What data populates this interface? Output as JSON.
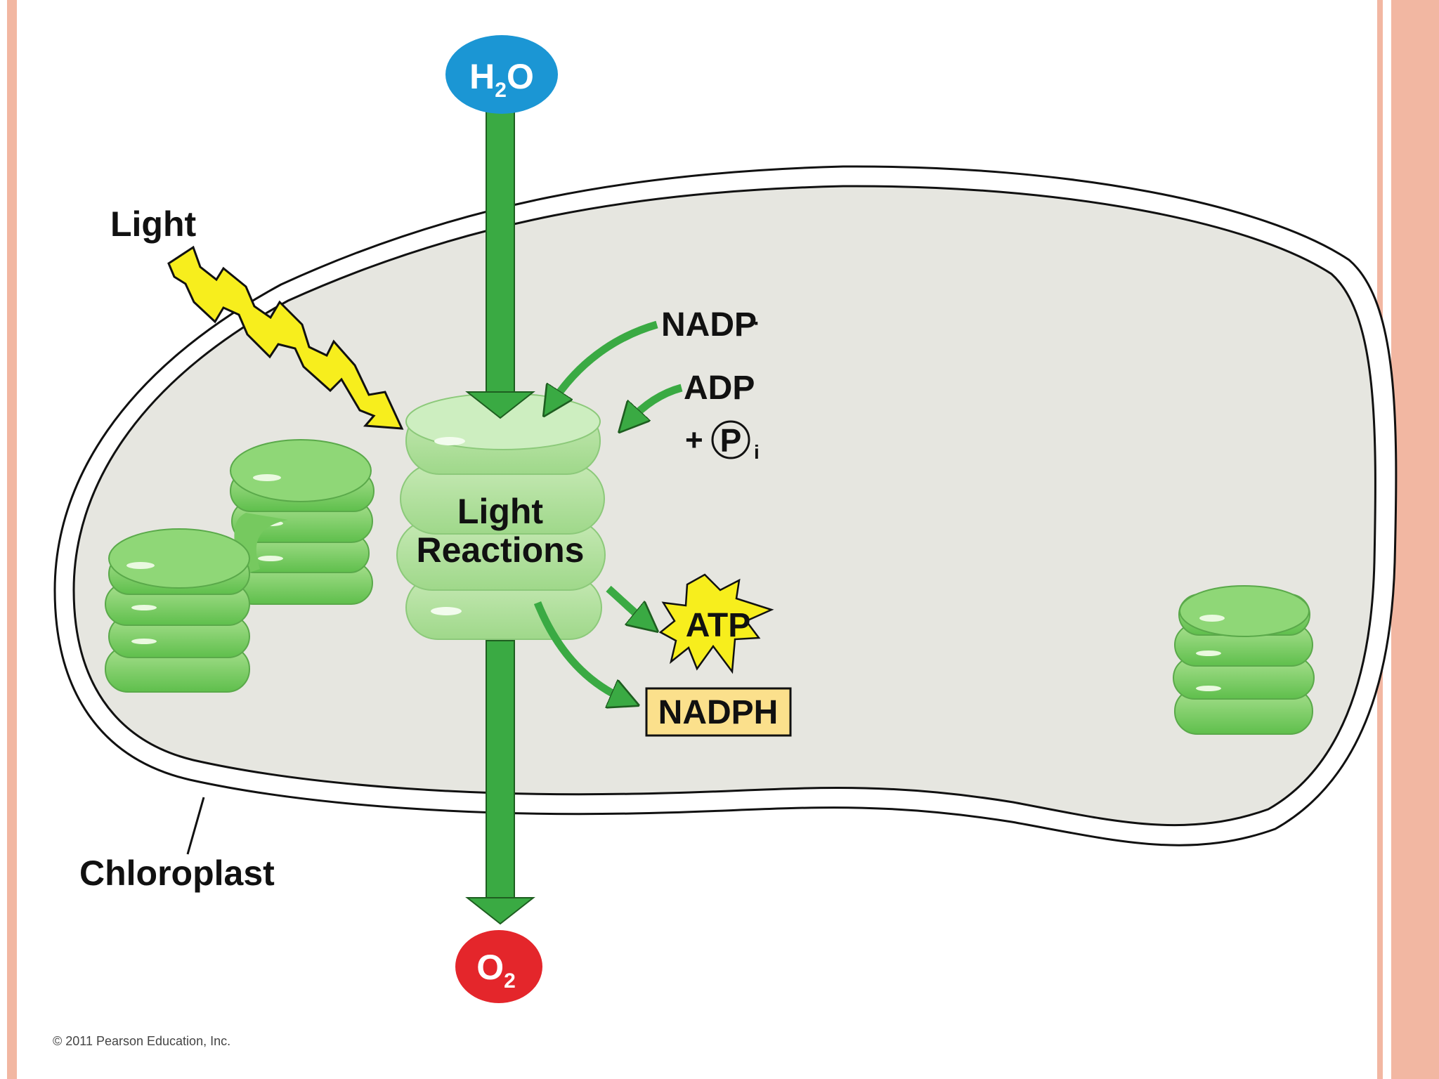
{
  "molecules": {
    "water": {
      "main": "H",
      "sub": "2",
      "tail": "O"
    },
    "oxygen": {
      "main": "O",
      "sub": "2"
    }
  },
  "labels": {
    "light": "Light",
    "nadp": "NADP",
    "adp": "ADP",
    "plus": "+",
    "phosphate_symbol": "P",
    "phosphate_sub": "i",
    "reaction_line1": "Light",
    "reaction_line2": "Reactions",
    "atp": "ATP",
    "nadph": "NADPH",
    "chloroplast": "Chloroplast"
  },
  "footer": {
    "copyright": "© 2011 Pearson Education, Inc."
  },
  "colors": {
    "water": "#1b96d4",
    "oxygen": "#e4262b",
    "arrow_green": "#3aaa43",
    "lightning": "#f7ee1d",
    "atp_star": "#f7ee1d",
    "nadph_box": "#fbe08c",
    "stroma": "#e6e6e0",
    "thylakoid": "#7dcf66",
    "slide_border": "#f2b7a2"
  }
}
